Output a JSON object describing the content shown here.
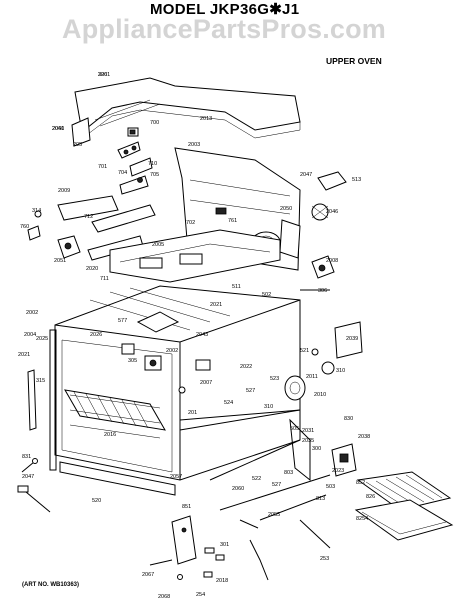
{
  "header": {
    "title": "MODEL JKP36G✱J1",
    "watermark": "AppliancePartsPros.com",
    "section": "UPPER OVEN"
  },
  "footer": {
    "art_no": "(ART NO. WB10363)"
  },
  "callouts": [
    "2001",
    "2040",
    "205",
    "700",
    "2013",
    "701",
    "710",
    "2003",
    "704",
    "705",
    "2009",
    "712",
    "2047",
    "513",
    "2050",
    "2046",
    "314",
    "761",
    "2051",
    "760",
    "702",
    "2020",
    "2004",
    "711",
    "2002",
    "2005",
    "2008",
    "306",
    "502",
    "511",
    "2025",
    "2026",
    "2021",
    "305",
    "2002",
    "577",
    "2043",
    "2007",
    "2011",
    "310",
    "2022",
    "201",
    "524",
    "521",
    "523",
    "2010",
    "310",
    "505",
    "2038",
    "831",
    "830",
    "520",
    "300",
    "2023",
    "2016",
    "503",
    "852",
    "813",
    "826",
    "8254",
    "2057",
    "522",
    "851",
    "301",
    "2018",
    "2067",
    "2068",
    "254",
    "253",
    "2060",
    "527",
    "803",
    "2035",
    "2055",
    "2047",
    "315",
    "2039",
    "2021",
    "527",
    "2031",
    "326",
    "2061"
  ]
}
